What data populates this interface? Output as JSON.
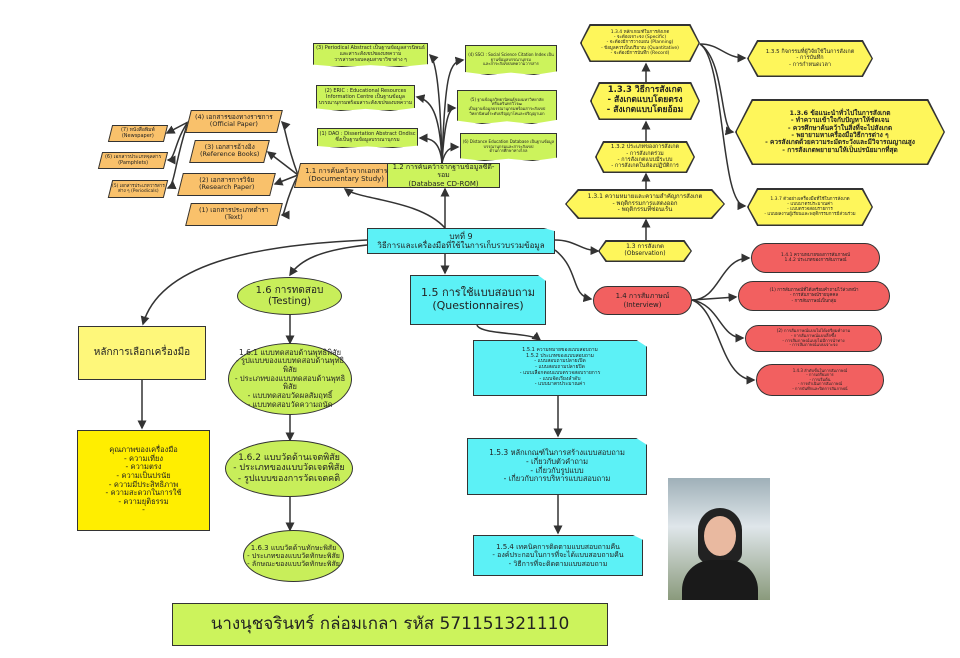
{
  "center": {
    "title": "บทที่ 9",
    "subtitle": "วิธีการและเครื่องมือที่ใช้ในการเก็บรวบรวมข้อมูล"
  },
  "documentary": {
    "label": "1.1 การค้นคว้าจากเอกสาร\n(Documentary Study)",
    "items": [
      "(4) เอกสารของทางราชการ\n(Official Paper)",
      "(3) เอกสารอ้างอิง\n(Reference Books)",
      "(2) เอกสารการวิจัย\n(Research Paper)",
      "(1) เอกสารประเภทตำรา\n(Text)"
    ],
    "sub": [
      "(7) หนังสือพิมพ์\n(Newspaper)",
      "(6) เอกสารประเภทจุลสาร\n(Pamphlets)",
      "(5) เอกสารประเภทวารสาร\nต่าง ๆ (Periodicals)"
    ]
  },
  "database": {
    "label": "1.2 การค้นคว้าจากฐานข้อมูลซีดี-รอม\n(Database CD-ROM)",
    "left": [
      "(3) Periodical Abstract เป็นฐานข้อมูลสารนิพนธ์และสาระสังเขปของบทความ\nวารสารครอบคลุมสาขาวิชาต่าง ๆ",
      "(2) ERIC : Educational Resources\nInformation Centre เป็นฐานข้อมูล\nบรรณานุกรมพร้อมสาระสังเขปของบทความ",
      "(1) DAO : Dissertation Abstract Ondisc\nซึ่งเป็นฐานข้อมูลบรรณานุกรม"
    ],
    "right": [
      "(4) SSCI : Social Science Citation Index เป็นฐานข้อมูลบรรณานุกรม\nและสาระสังเขปบทความวารสาร",
      "(5) ฐานข้อมูลวิทยานิพนธ์ของมหาวิทยาลัยศรีนครินทรวิโรฒ\nเป็นฐานข้อมูลบรรณานุกรมพร้อมสาระสังเขป\nวิทยานิพนธ์ระดับปริญญาโทและปริญญาเอก",
      "(6) Distance Education Database เป็นฐานข้อมูล\nบรรณานุกรมและสาระสังเขป\nด้านการศึกษาทางไกล"
    ]
  },
  "observation": {
    "label": "1.3 การสังเกต\n(Observation)",
    "s1": "1.3.1 ความหมายและความสำคัญการสังเกต\n- พฤติกรรมการแสดงออก\n- พฤติกรรมที่ซ่อนเร้น",
    "s2": "1.3.2 ประเภทของการสังเกต\n- การสังเกตร่วม\n- การสังเกตแบบมีระบบ\n- การสังเกตในห้องปฏิบัติการ",
    "s3": "1.3.3 วิธีการสังเกต\n- สังเกตแบบโดยตรง\n- สังเกตแบบโดยอ้อม",
    "s4": "1.3.4 หลักเกณฑ์ในการสังเกต\n- จะต้องเจาะจง (Specific)\n- จะต้องมีการวางแผน (Planning)\n- ข้อมูลควรเป็นปริมาณ (Quantitative)\n- จะต้องมีการบันทึก (Record)",
    "s5": "1.3.5 กิจกรรมที่ผู้วิจัยใช้ในการสังเกต\n- การบันทึก\n- การกำหนดเวลา",
    "s6": "1.3.6 ข้อแนะนำทั่วไปในการสังเกต\n- ทำความเข้าใจกับปัญหาให้ชัดเจน\n- ควรศึกษาค้นคว้าในสิ่งที่จะไปสังเกต\n- พยายามหาเครื่องมือวิธีการต่าง ๆ\n- ควรสังเกตด้วยความระมัดระวังและมีวิจารณญาณสูง\n- การสังเกตพยายามให้เป็นปรนัยมากที่สุด",
    "s7": "1.3.7 ตัวอย่างเครื่องมือที่ใช้ในการสังเกต\n- แบบมาตรประมาณค่า\n- แบบตรวจสอบรายการ\n- แบบผลงานผู้เรียนและพฤติกรรมการมีส่วนร่วม"
  },
  "interview": {
    "label": "1.4 การสัมภาษณ์\n(Interview)",
    "items": [
      "1.4.1 ความหมายของการสัมภาษณ์\n1.4.2 ประเภทของการสัมภาษณ์",
      "(1) การสัมภาษณ์ที่ได้เตรียมคำถามไว้ล่วงหน้า\n- การสัมภาษณ์รายบุคคล\n- การสัมภาษณ์เป็นกลุ่ม",
      "(2) การสัมภาษณ์แบบไม่ได้เตรียมคำถาม\n- การสัมภาษณ์แบบลึกซึ้ง\n- การสัมภาษณ์แบบไม่มีการนำทาง\n- การสัมภาษณ์แบบเจาะจง",
      "1.4.3 ลำดับขั้นในการสัมภาษณ์\n- การเตรียมการ\n- การเริ่มต้น\n- การดำเนินการสัมภาษณ์\n- การบันทึกและปิดการสัมภาษณ์"
    ]
  },
  "questionnaire": {
    "label": "1.5 การใช้แบบสอบถาม\n(Questionnaires)",
    "s1": "1.5.1 ความหมายของแบบสอบถาม\n1.5.2 ประเภทของแบบสอบถาม\n- แบบสอบถามปลายเปิด\n- แบบสอบถามปลายปิด\n- แบบเลือกตอบแบบตรวจสอบรายการ\n- แบบจัดเรียงลำดับ\n- แบบมาตรประมาณค่า",
    "s3": "1.5.3 หลักเกณฑ์ในการสร้างแบบสอบถาม\n- เกี่ยวกับตัวคำถาม\n- เกี่ยวกับรูปแบบ\n- เกี่ยวกับการบริหารแบบสอบถาม",
    "s4": "1.5.4 เทคนิคการติดตามแบบสอบถามคืน\n- องค์ประกอบในการที่จะได้แบบสอบถามคืน\n- วิธีการที่จะติดตามแบบสอบถาม"
  },
  "testing": {
    "label": "1.6 การทดสอบ (Testing)",
    "s1": "1.6.1 แบบทดสอบด้านพุทธิพิสัย\n- รูปแบบของแบบทดสอบด้านพุทธิพิสัย\n- ประเภทของแบบทดสอบด้านพุทธิพิสัย\n- แบบทดสอบวัดผลสัมฤทธิ์\n- แบบทดสอบวัดความถนัด",
    "s2": "1.6.2 แบบวัดด้านเจตพิสัย\n- ประเภทของแบบวัดเจตพิสัย\n- รูปแบบของการวัดเจตคติ",
    "s3": "1.6.3 แบบวัดด้านทักษะพิสัย\n- ประเภทของแบบวัดทักษะพิสัย\n- ลักษณะของแบบวัดทักษะพิสัย"
  },
  "selection": {
    "label": "หลักการเลือกเครื่องมือ",
    "quality": "คุณภาพของเครื่องมือ\n- ความเที่ยง\n- ความตรง\n- ความเป็นปรนัย\n- ความมีประสิทธิภาพ\n- ความสะดวกในการใช้\n- ความยุติธรรม\n-"
  },
  "footer": {
    "name": "นางนุชจรินทร์ กล่อมเกลา รหัส 571151321110"
  }
}
